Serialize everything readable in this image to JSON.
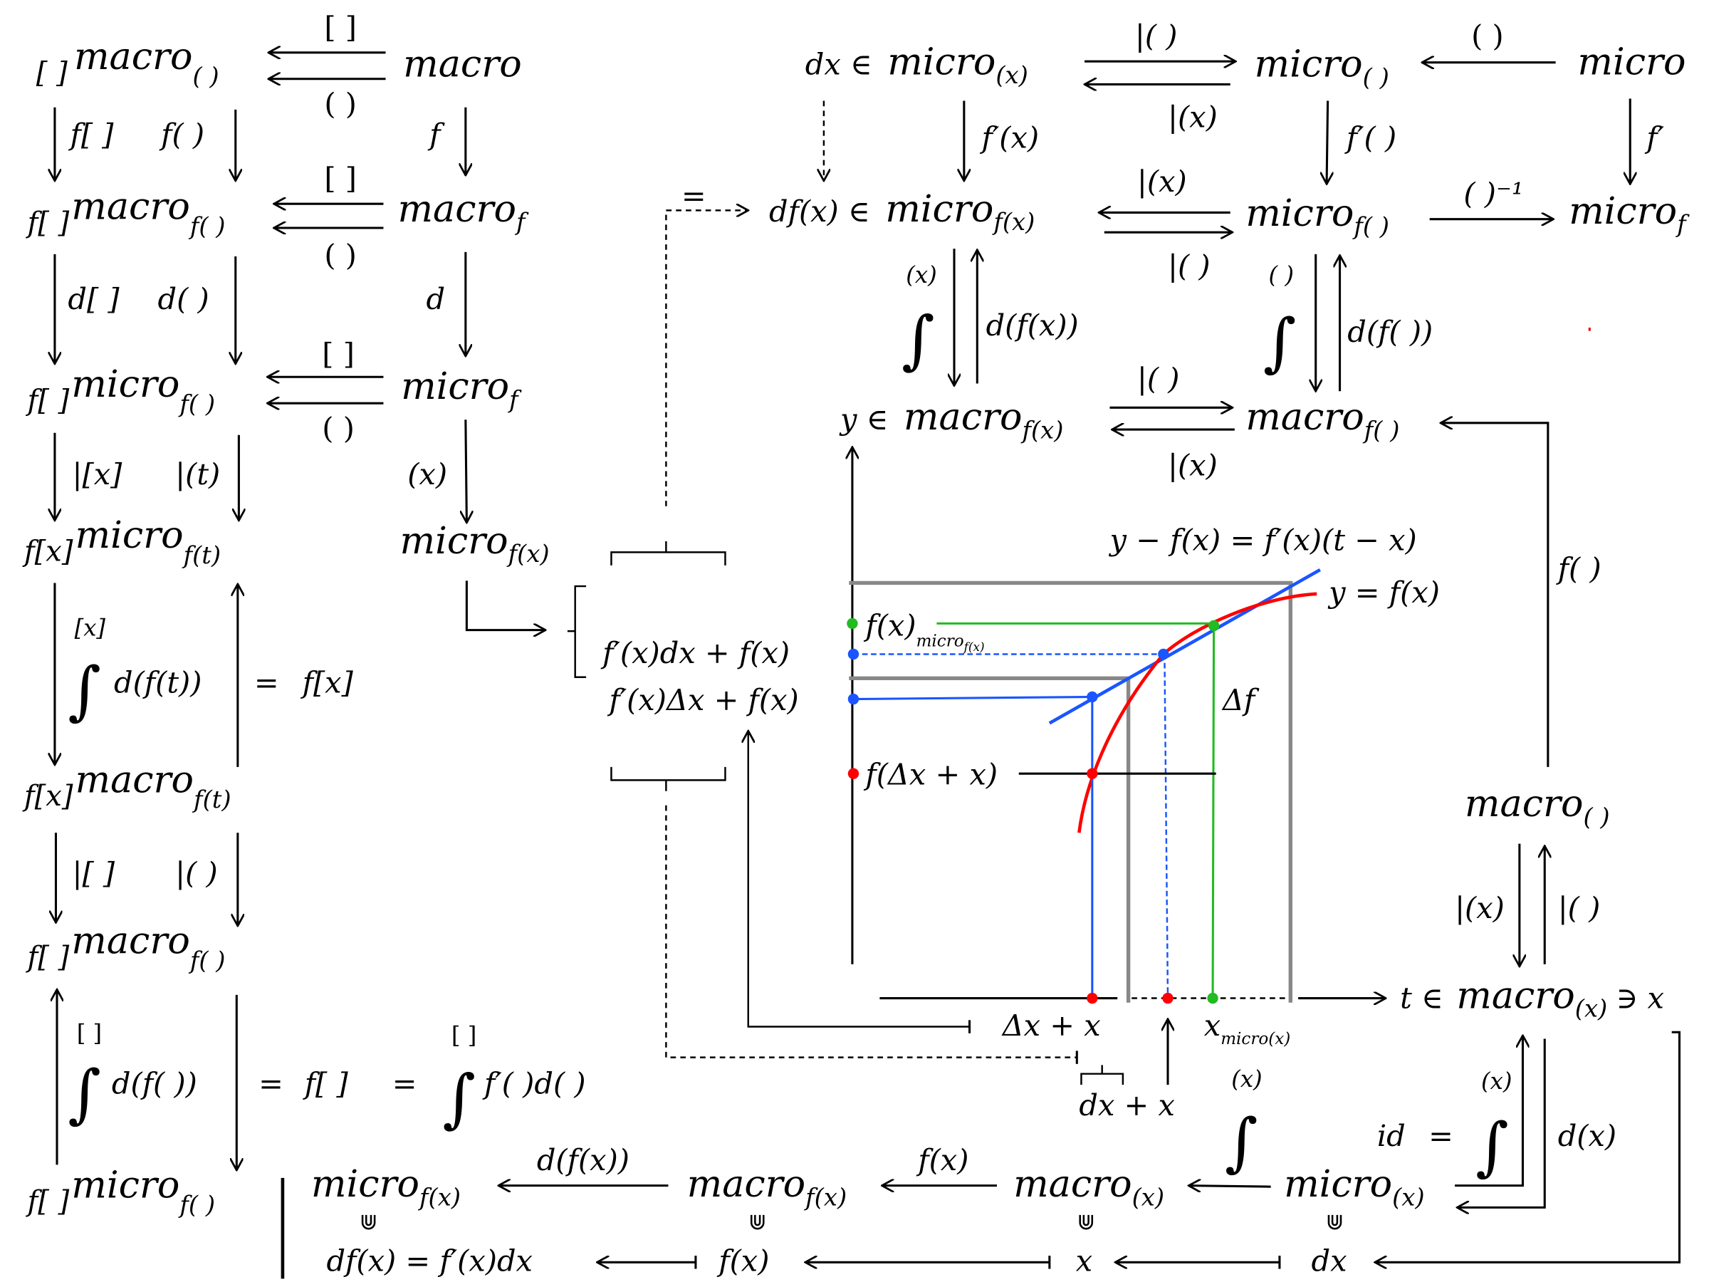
{
  "nodes": {
    "L1": {
      "pre": "[ ]",
      "base": "macro",
      "sub": "( )"
    },
    "R1": {
      "base": "macro"
    },
    "L2": {
      "pre": "f[ ]",
      "base": "macro",
      "sub": "f( )"
    },
    "R2": {
      "base": "macro",
      "sub": "f"
    },
    "L3": {
      "pre": "f[ ]",
      "base": "micro",
      "sub": "f( )"
    },
    "R3": {
      "base": "micro",
      "sub": "f"
    },
    "L4": {
      "pre": "f[x]",
      "base": "micro",
      "sub": "f(t)"
    },
    "R4": {
      "base": "micro",
      "sub": "f(x)"
    },
    "L5": {
      "pre": "f[x]",
      "base": "macro",
      "sub": "f(t)"
    },
    "L6": {
      "pre": "f[ ]",
      "base": "macro",
      "sub": "f( )"
    },
    "L7": {
      "pre": "f[ ]",
      "base": "micro",
      "sub": "f( )"
    },
    "B1": {
      "base": "micro",
      "sub": "f(x)",
      "elem": "df(x) = f′(x)dx"
    },
    "B2": {
      "base": "macro",
      "sub": "f(x)",
      "elem": "f(x)"
    },
    "B3": {
      "base": "macro",
      "sub": "(x)",
      "elem": "x"
    },
    "B4": {
      "base": "micro",
      "sub": "(x)",
      "elem": "dx"
    },
    "T1": {
      "pre": "dx ∈",
      "base": "micro",
      "sub": "(x)"
    },
    "T2": {
      "base": "micro",
      "sub": "( )"
    },
    "T3": {
      "base": "micro"
    },
    "M1": {
      "pre": "df(x) ∈",
      "base": "micro",
      "sub": "f(x)"
    },
    "M2": {
      "base": "micro",
      "sub": "f( )"
    },
    "M3": {
      "base": "micro",
      "sub": "f"
    },
    "Y1": {
      "pre": "y ∈",
      "base": "macro",
      "sub": "f(x)"
    },
    "Y2": {
      "base": "macro",
      "sub": "f( )"
    },
    "RC": {
      "base": "macro",
      "sub": "( )"
    },
    "TX": {
      "pre": "t ∈",
      "base": "macro",
      "sub": "(x)",
      "post": "∋ x"
    }
  },
  "elem_symbol": "⋓",
  "integral": "∫",
  "labels": {
    "e1": "[ ]",
    "e2": "( )",
    "e3": "f[ ]",
    "e4": "f( )",
    "e5": "f",
    "e6": "[ ]",
    "e7": "( )",
    "e8": "d[ ]",
    "e9": "d( )",
    "e10": "d",
    "e11": "[ ]",
    "e12": "( )",
    "e13": "|[x]",
    "e14": "|(t)",
    "e15": "(x)",
    "e16": "|[ ]",
    "e17": "|( )",
    "t1": "|( )",
    "t2": "|(x)",
    "t3": "( )",
    "t4": "f′(x)",
    "t5": "f′( )",
    "t6": "f′",
    "t7": "|(x)",
    "t8": "|( )",
    "t9": "( )⁻¹",
    "t10": "=",
    "t11": "|( )",
    "t12": "|(x)",
    "r1": "f( )",
    "r2": "|(x)",
    "r3": "|( )",
    "b1": "d(f(x))",
    "b2": "f(x)",
    "b3": "id",
    "b4": "=",
    "b5": "d(x)"
  },
  "integrals": {
    "i1": {
      "limit": "[x]",
      "integrand": "d(f(t))",
      "eq": "=",
      "result": "f[x]"
    },
    "i2": {
      "limit": "[ ]",
      "integrand": "d(f( ))",
      "eq": "=",
      "result": "f[ ]",
      "eq2": "=",
      "limit2": "[ ]",
      "integrand2": "f′( )d( )"
    },
    "i3": {
      "limit": "(x)"
    },
    "i4": {
      "limit": "(x)"
    },
    "i5": {
      "limit": "(x)",
      "integrand": "d(f(x))"
    },
    "i6": {
      "limit": "( )",
      "integrand": "d(f( ))"
    }
  },
  "graph": {
    "tangent_eq": "y − f(x) = f′(x)(t − x)",
    "curve_eq": "y = f(x)",
    "fx": "f(x)",
    "fx_sub": "micro",
    "fx_sub2": "f(x)",
    "approx_dx": "f′(x)dx + f(x)",
    "approx_Dx": "f′(x)Δx + f(x)",
    "f_Dx": "f(Δx + x)",
    "delta_f": "Δf",
    "Dx_x": "Δx + x",
    "x_micro": "x",
    "x_micro_sub": "micro(x)",
    "dx_x": "dx + x",
    "colors": {
      "curve": "#ff0000",
      "tangent": "#1a55ff",
      "green": "#22bb22",
      "gray": "#888888"
    }
  }
}
